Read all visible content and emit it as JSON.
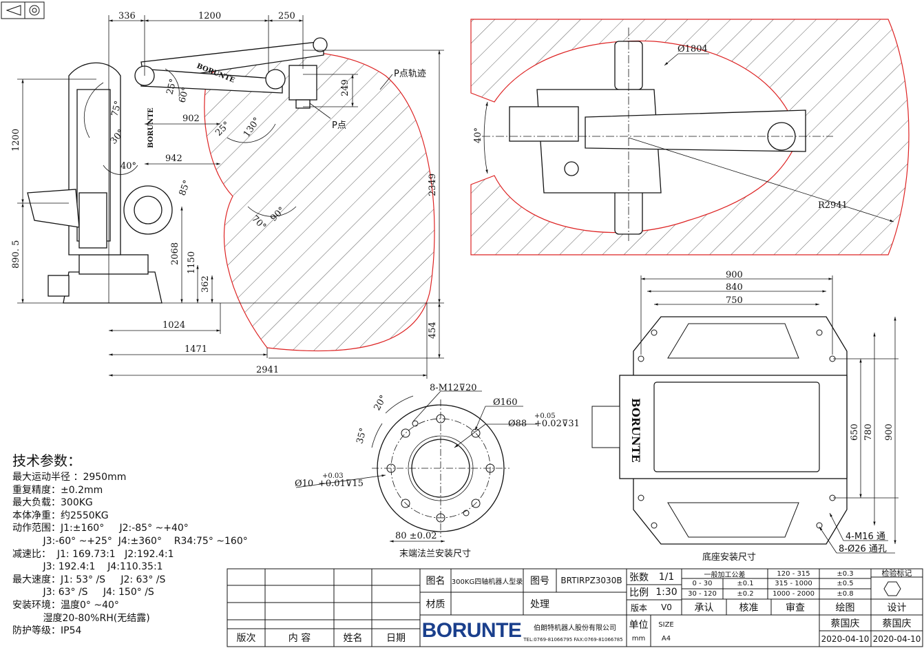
{
  "side_view": {
    "dims": {
      "d336": "336",
      "d1200": "1200",
      "d250": "250",
      "d249": "249",
      "d902": "902",
      "d942": "942",
      "d1200v": "1200",
      "d890": "890. 5",
      "d2068": "2068",
      "d1150": "1150",
      "d362": "362",
      "d2349": "2349",
      "d1024": "1024",
      "d1471": "1471",
      "d2941": "2941",
      "d454": "454"
    },
    "angles": {
      "a25": "25°",
      "a60": "60°",
      "a75": "75°",
      "a30": "30°",
      "a40": "40°",
      "a25b": "25°",
      "a130": "130°",
      "a85": "85°",
      "a70": "70°",
      "a90": "90°"
    },
    "labels": {
      "trajectory": "P点轨迹",
      "p_point": "P点",
      "brand": "BORUNTE"
    }
  },
  "top_view": {
    "dims": {
      "dia1804": "Ø1804",
      "r2941": "R2941",
      "a40": "40°"
    }
  },
  "flange": {
    "dims": {
      "m12": "8-M12⊽20",
      "dia160": "Ø160",
      "dia88": "Ø88",
      "tol88_up": "+0.05",
      "tol88_lo": "+0.02⊽31",
      "dia10": "Ø10",
      "tol10_up": "+0.03",
      "tol10_lo": "+0.01⊽15",
      "d80": "80 ±0.02",
      "a20": "20°",
      "a35": "35°"
    },
    "caption": "末端法兰安装尺寸"
  },
  "base": {
    "dims": {
      "d900": "900",
      "d840": "840",
      "d750": "750",
      "v650": "650",
      "v780": "780",
      "v900": "900",
      "m16": "4-M16 通",
      "dia26": "8-Ø26 通孔"
    },
    "brand": "BORUNTE",
    "caption": "底座安装尺寸"
  },
  "specs": {
    "title": "技术参数：",
    "rows": [
      "最大运动半径 ：2950mm",
      "重复精度：±0.2mm",
      "最大负载：300KG",
      "本体净重：约2550KG",
      "动作范围：J1:±160°     J2:-85° ~+40°",
      "          J3:-60° ~+25°  J4:±360°    R34:75° ~160°",
      "减速比：  J1: 169.73:1   J2:192.4:1",
      "          J3: 192.4:1    J4:110.35:1",
      "最大速度：J1: 53° /S     J2: 63° /S",
      "          J3: 63° /S     J4: 150° /S",
      "安装环境：温度0° ~40°",
      "          湿度20-80%RH(无结露)",
      "防护等级：IP54"
    ]
  },
  "title_block": {
    "drawing_name_label": "图名",
    "drawing_name": "300KG四轴机器人型录",
    "drawing_no_label": "图号",
    "drawing_no": "BRTIRPZ3030B",
    "sheet_label": "张数",
    "sheet": "1/1",
    "scale_label": "比例",
    "scale": "1:30",
    "version_label": "版本",
    "version": "V0",
    "material_label": "材质",
    "treatment_label": "处理",
    "unit_label": "单位",
    "unit": "mm",
    "size_label": "SIZE",
    "size": "A4",
    "rev_label": "版次",
    "content_label": "内 容",
    "name_label": "姓名",
    "date_label": "日期",
    "tol_title": "一般加工公差",
    "tol": [
      [
        "0 - 30",
        "±0.1",
        "315 - 1000",
        "±0.5"
      ],
      [
        "30 - 120",
        "±0.2",
        "1000 - 2000",
        "±0.8"
      ]
    ],
    "tol_top": [
      "120 - 315",
      "±0.3"
    ],
    "inspect_label": "检验标记",
    "approve": "承认",
    "verify": "核准",
    "review": "审查",
    "draw": "绘图",
    "design": "设计",
    "drawer": "蔡国庆",
    "designer": "蔡国庆",
    "date1": "2020-04-10",
    "date2": "2020-04-10",
    "company": "伯朗特机器人股份有限公司",
    "tel": "TEL:0769-81066795  FAX:0769-81066785",
    "logo": "BORUNTE"
  }
}
